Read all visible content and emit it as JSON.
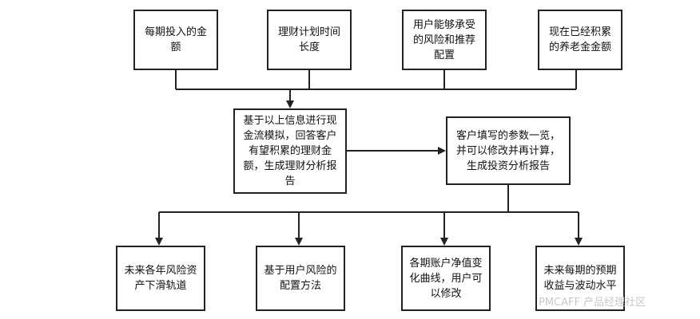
{
  "inputs": [
    "每期投入的金额",
    "理财计划时间长度",
    "用户能够承受的风险和推荐配置",
    "现在已经积累的养老金金额"
  ],
  "process": "基于以上信息进行现金流模拟，回答客户有望积累的理财金额，生成理财分析报告",
  "review": "客户填写的参数一览，并可以修改并再计算，生成投资分析报告",
  "outputs": [
    "未来各年风险资产下滑轨道",
    "基于用户风险的配置方法",
    "各期账户净值变化曲线，用户可以修改",
    "未来每期的预期收益与波动水平"
  ],
  "watermark": "PMCAFF 产品经理社区"
}
